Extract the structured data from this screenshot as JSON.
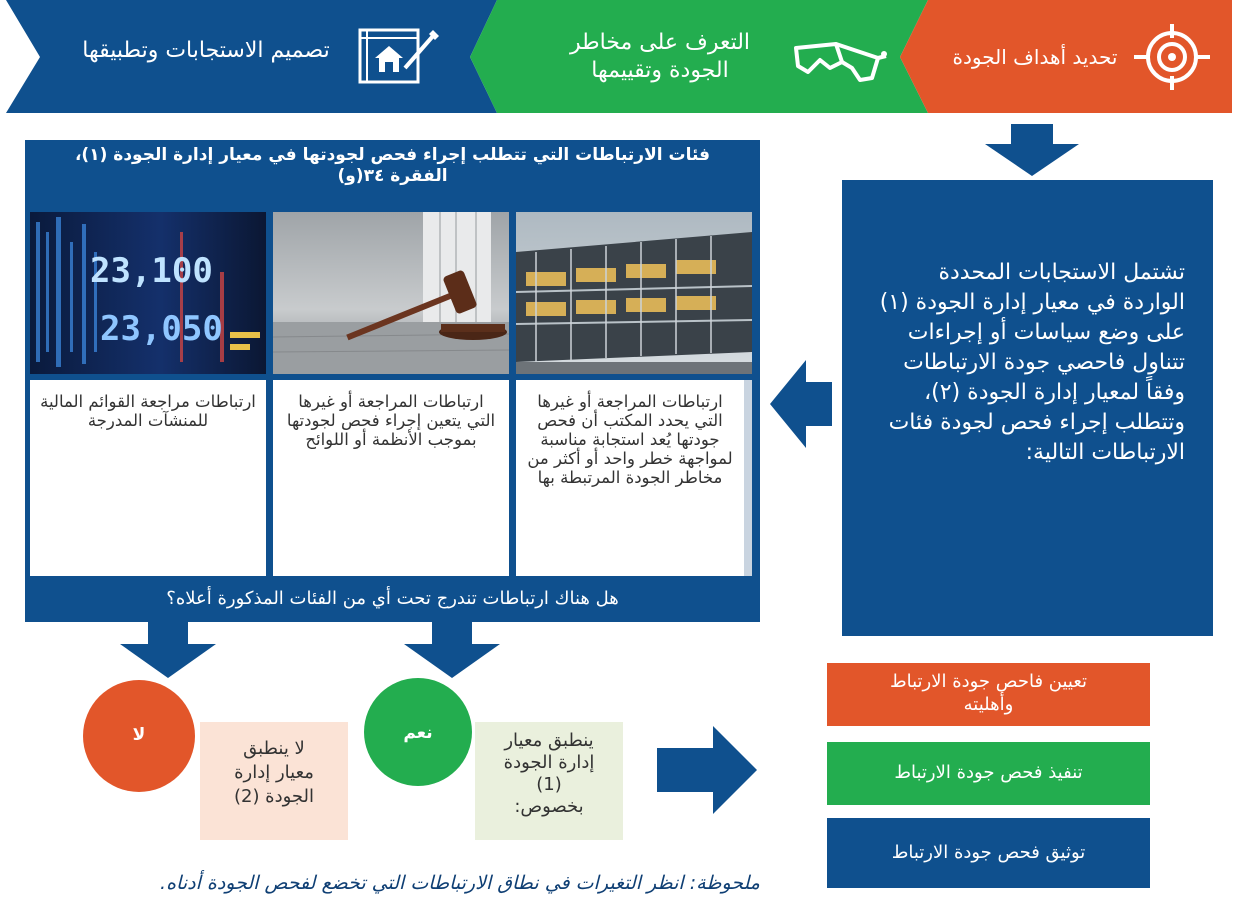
{
  "banner": {
    "step1": "تحديد أهداف الجودة",
    "step2_line1": "التعرف على مخاطر",
    "step2_line2": "الجودة وتقييمها",
    "step3": "تصميم الاستجابات وتطبيقها",
    "step1_icon": "target-icon",
    "step2_icon": "glasses-icon",
    "step3_icon": "house-blueprint-icon",
    "colors": {
      "step1": "#e2562a",
      "step2": "#23ad4f",
      "step3": "#0f508e"
    }
  },
  "right_panel": {
    "text": "تشتمل الاستجابات المحددة الواردة في معيار إدارة الجودة (١) على وضع سياسات أو إجراءات تتناول فاحصي جودة الارتباطات وفقاً لمعيار إدارة الجودة (٢)، وتتطلب إجراء فحص لجودة فئات الارتباطات التالية:"
  },
  "categories_header": {
    "line1": "فئات الارتباطات التي تتطلب إجراء فحص لجودتها في معيار إدارة الجودة (١)،",
    "line2": "الفقرة ٣٤(و)"
  },
  "categories": [
    {
      "image": "building-photo",
      "text": "ارتباطات المراجعة أو غيرها التي يحدد المكتب أن فحص جودتها يُعد استجابة مناسبة لمواجهة خطر واحد أو أكثر من مخاطر الجودة المرتبطة بها"
    },
    {
      "image": "gavel-photo",
      "text": "ارتباطات المراجعة أو غيرها التي يتعين إجراء فحص لجودتها بموجب الأنظمة أو اللوائح"
    },
    {
      "image": "stock-ticker-photo",
      "text": "ارتباطات مراجعة القوائم المالية للمنشآت المدرجة"
    }
  ],
  "question": "هل هناك ارتباطات تندرج تحت أي من الفئات المذكورة أعلاه؟",
  "yes": {
    "label": "نعم",
    "text_lines": [
      "ينطبق معيار",
      "إدارة الجودة",
      "(1)",
      "بخصوص:"
    ]
  },
  "no": {
    "label": "لا",
    "text_lines": [
      "لا ينطبق",
      "معيار إدارة",
      "الجودة (2)"
    ]
  },
  "actions": [
    {
      "lines": [
        "تعيين فاحص جودة الارتباط",
        "وأهليته"
      ],
      "color": "#e2562a"
    },
    {
      "lines": [
        "تنفيذ فحص جودة الارتباط"
      ],
      "color": "#23ad4f"
    },
    {
      "lines": [
        "توثيق فحص جودة الارتباط"
      ],
      "color": "#0f508e"
    }
  ],
  "note": "ملحوظة: انظر التغيرات في نطاق الارتباطات التي تخضع لفحص الجودة أدناه."
}
